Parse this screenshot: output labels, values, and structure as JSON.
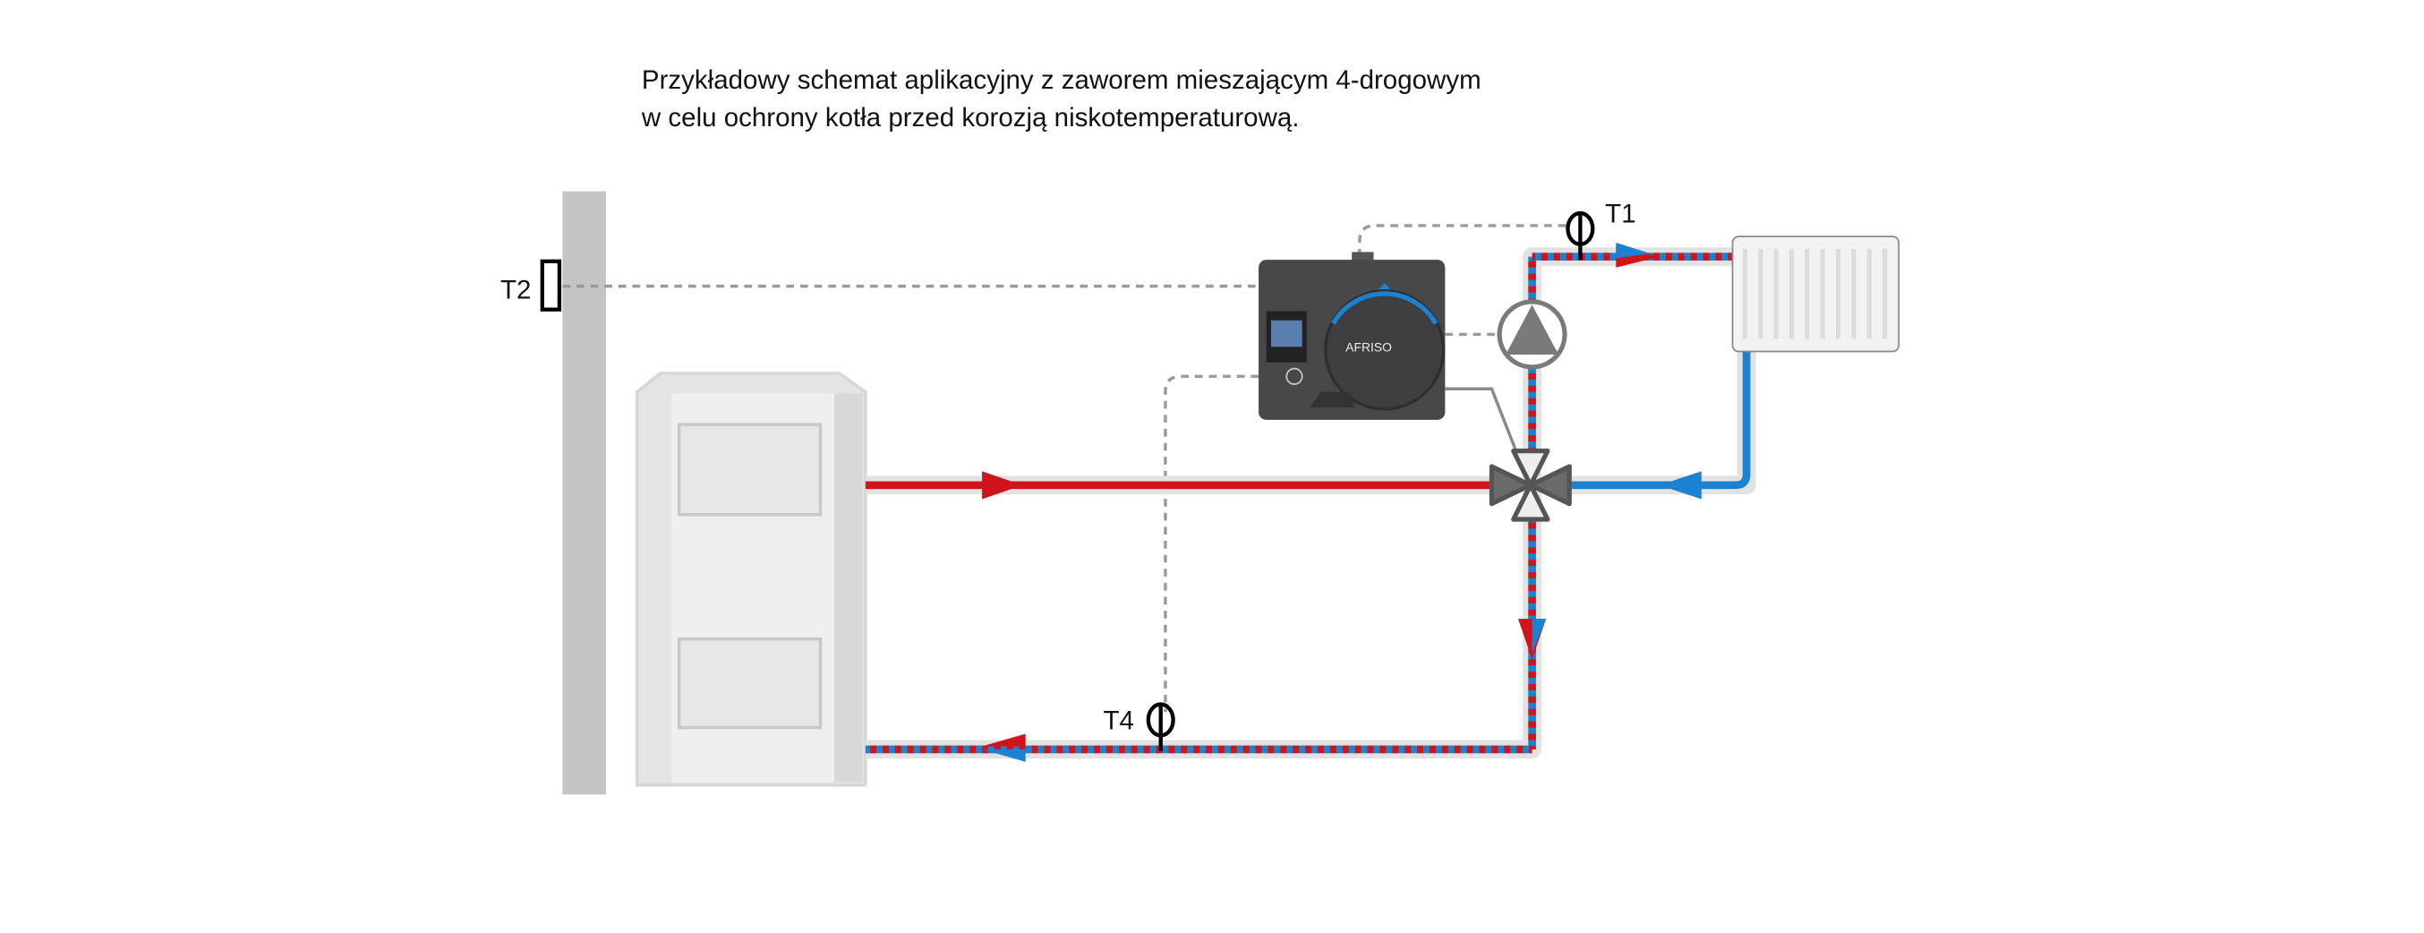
{
  "title": {
    "line1": "Przykładowy schemat aplikacyjny z zaworem mieszającym 4-drogowym",
    "line2": "w celu ochrony kotła przed korozją niskotemperaturową."
  },
  "sensors": {
    "t1": "T1",
    "t2": "T2",
    "t4": "T4"
  },
  "controller": {
    "brand": "AFRISO"
  },
  "colors": {
    "hot": "#d0141a",
    "cold": "#1a82d0",
    "wall": "#c4c4c4",
    "controller": "#48484a",
    "signal": "#9a9a9a"
  }
}
